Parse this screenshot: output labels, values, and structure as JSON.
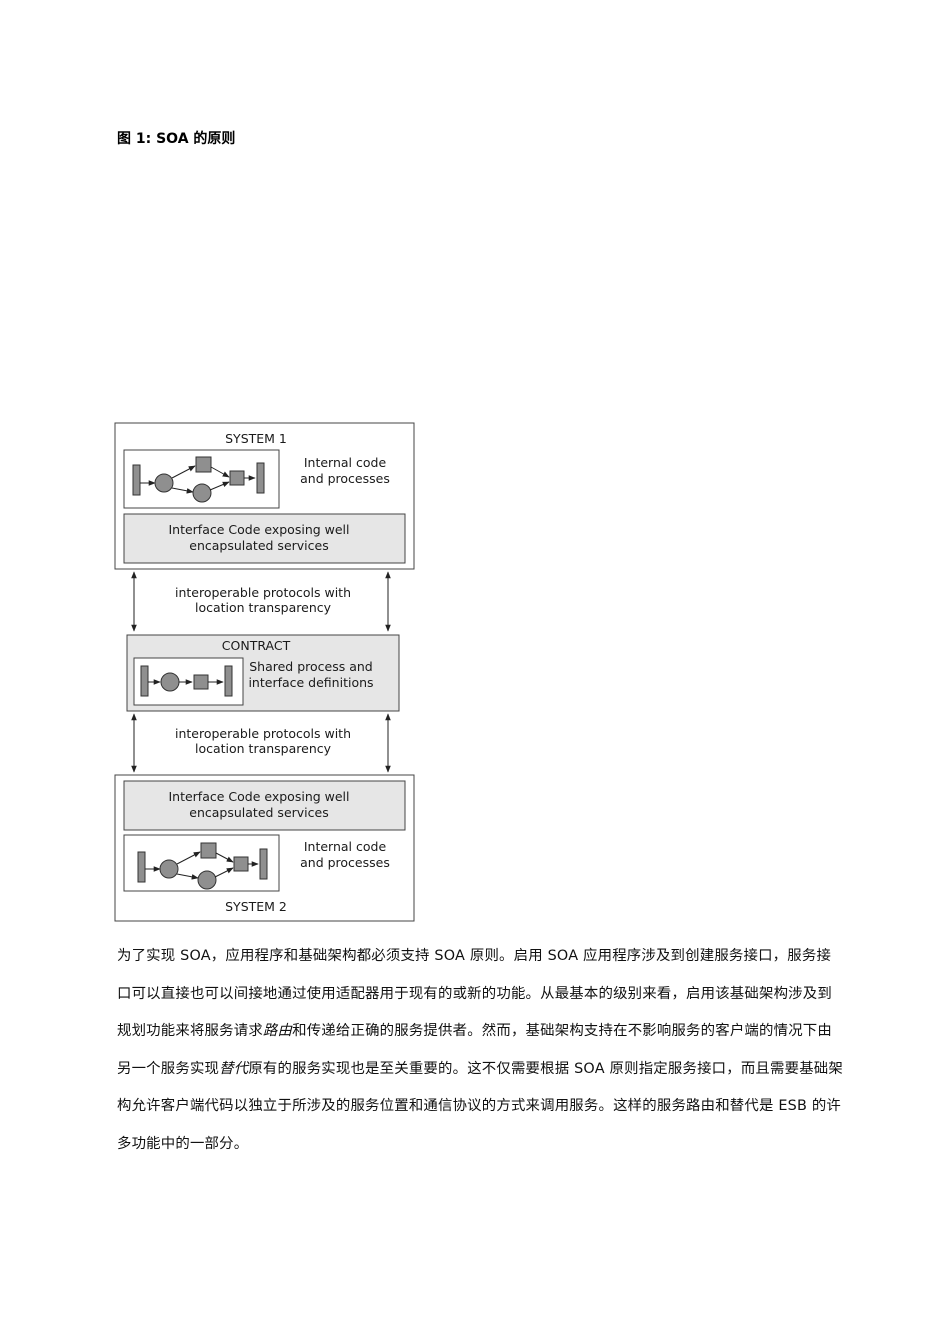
{
  "figure_caption": "图 1: SOA 的原则",
  "diagram": {
    "system1": {
      "title": "SYSTEM 1",
      "internal_line1": "Internal code",
      "internal_line2": "and processes",
      "interface_line1": "Interface Code exposing well",
      "interface_line2": "encapsulated services"
    },
    "protocols_top": {
      "line1": "interoperable protocols with",
      "line2": "location transparency"
    },
    "contract": {
      "title": "CONTRACT",
      "line1": "Shared process and",
      "line2": "interface definitions"
    },
    "protocols_bottom": {
      "line1": "interoperable protocols with",
      "line2": "location transparency"
    },
    "system2": {
      "title": "SYSTEM 2",
      "internal_line1": "Internal code",
      "internal_line2": "and processes",
      "interface_line1": "Interface Code exposing well",
      "interface_line2": "encapsulated services"
    },
    "colors": {
      "box_fill": "#e6e6e6",
      "shape_fill": "#8f8f8f",
      "stroke": "#333333"
    }
  },
  "paragraph": {
    "part1": "为了实现 SOA，应用程序和基础架构都必须支持 SOA 原则。启用 SOA 应用程序涉及到创建服务接口，服务接口可以直接也可以间接地通过使用适配器用于现有的或新的功能。从最基本的级别来看，启用该基础架构涉及到规划功能来将服务请求",
    "em1": "路由",
    "part2": "和传递给正确的服务提供者。然而，基础架构支持在不影响服务的客户端的情况下由另一个服务实现",
    "em2": "替代",
    "part3": "原有的服务实现也是至关重要的。这不仅需要根据 SOA 原则指定服务接口，而且需要基础架构允许客户端代码以独立于所涉及的服务位置和通信协议的方式来调用服务。这样的服务路由和替代是 ESB 的许多功能中的一部分。"
  }
}
